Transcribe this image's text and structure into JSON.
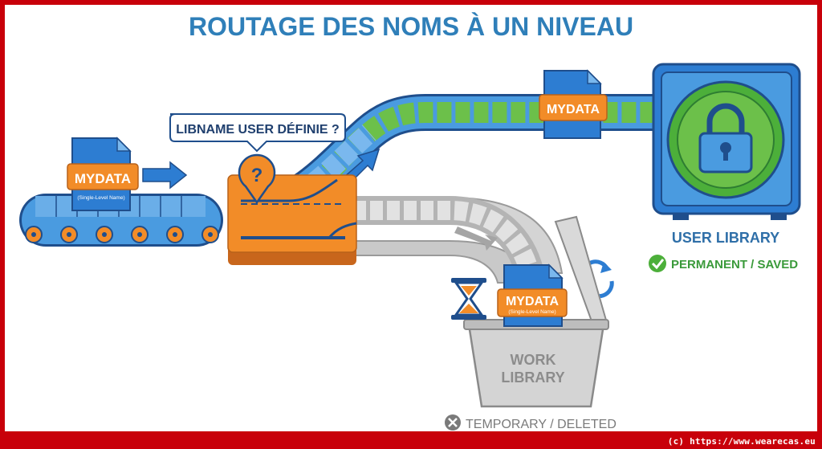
{
  "title": "ROUTAGE DES NOMS À UN NIVEAU",
  "source_file": {
    "name": "MYDATA",
    "subtitle": "(Single-Level Name)"
  },
  "decision": {
    "question": "LIBNAME USER DÉFINIE ?",
    "icon": "question-mark-icon"
  },
  "user_branch": {
    "file_name": "MYDATA",
    "library_label": "USER LIBRARY",
    "status_label": "PERMANENT / SAVED",
    "status_icon": "check-circle-icon",
    "icons": [
      "lock-icon",
      "vault-icon"
    ]
  },
  "work_branch": {
    "file_name": "MYDATA",
    "file_subtitle": "(Single-Level Name)",
    "library_label_line1": "WORK",
    "library_label_line2": "LIBRARY",
    "status_label": "TEMPORARY / DELETED",
    "status_icon": "x-circle-icon",
    "icons": [
      "hourglass-icon",
      "recycle-icon",
      "bin-icon"
    ]
  },
  "footer": "(c) https://www.wearecas.eu",
  "colors": {
    "title_blue": "#2f7fb9",
    "blue": "#2d7dd2",
    "blue_dark": "#1f4e8c",
    "orange": "#f28c28",
    "green": "#6cc04a",
    "gray": "#c9c9c9",
    "frame_red": "#c8000a"
  }
}
